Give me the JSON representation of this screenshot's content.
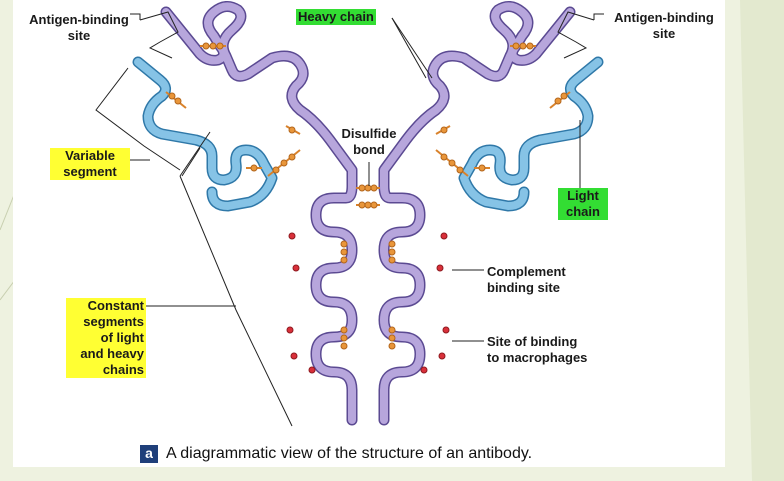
{
  "labels": {
    "antigen_binding_left": "Antigen-binding\nsite",
    "antigen_binding_right": "Antigen-binding\nsite",
    "heavy_chain": "Heavy chain",
    "variable_segment": "Variable\nsegment",
    "disulfide_bond": "Disulfide\nbond",
    "light_chain": "Light\nchain",
    "complement_binding": "Complement\nbinding site",
    "constant_segments": "Constant\nsegments\nof light\nand heavy\nchains",
    "macrophage_site": "Site of binding\nto macrophages"
  },
  "caption": {
    "badge": "a",
    "text": "A diagrammatic view of the structure of an antibody."
  },
  "colors": {
    "heavy_chain": "#a996cf",
    "light_chain": "#6fb3d9",
    "disulfide": "#e08a2c",
    "carbohydrate": "#d9303a",
    "highlight_yellow": "#ffff33",
    "highlight_green": "#33dd33"
  }
}
